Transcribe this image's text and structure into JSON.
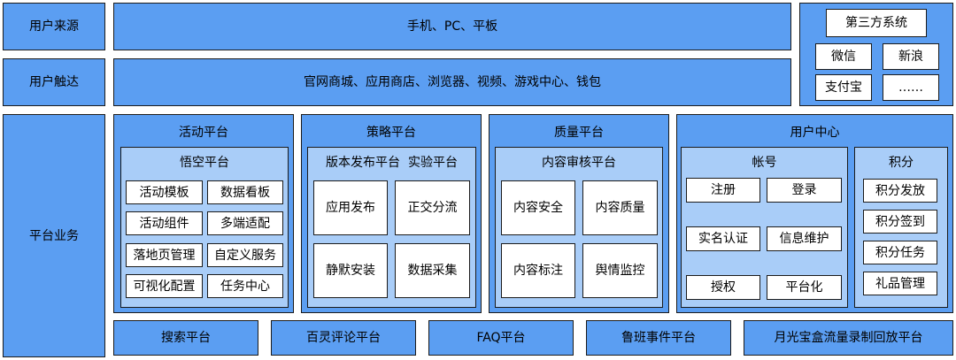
{
  "left_labels": {
    "user_source": "用户来源",
    "user_touch": "用户触达",
    "platform_business": "平台业务"
  },
  "devices": "手机、PC、平板",
  "channels": "官网商城、应用商店、浏览器、视频、游戏中心、钱包",
  "third_party": {
    "title": "第三方系统",
    "items": [
      "微信",
      "新浪",
      "支付宝",
      "……"
    ]
  },
  "activity_platform": {
    "title": "活动平台",
    "wukong": {
      "title": "悟空平台",
      "items": [
        "活动模板",
        "数据看板",
        "活动组件",
        "多端适配",
        "落地页管理",
        "自定义服务",
        "可视化配置",
        "任务中心"
      ]
    }
  },
  "strategy_platform": {
    "title": "策略平台",
    "subtitle": "版本发布平台  实验平台",
    "items": [
      "应用发布",
      "正交分流",
      "静默安装",
      "数据采集"
    ]
  },
  "quality_platform": {
    "title": "质量平台",
    "subtitle": "内容审核平台",
    "items": [
      "内容安全",
      "内容质量",
      "内容标注",
      "舆情监控"
    ]
  },
  "user_center": {
    "title": "用户中心",
    "account": {
      "title": "帐号",
      "items": [
        "注册",
        "登录",
        "实名认证",
        "信息维护",
        "授权",
        "平台化"
      ]
    },
    "points": {
      "title": "积分",
      "items": [
        "积分发放",
        "积分签到",
        "积分任务",
        "礼品管理"
      ]
    }
  },
  "bottom_platforms": [
    "搜索平台",
    "百灵评论平台",
    "FAQ平台",
    "鲁班事件平台",
    "月光宝盒流量录制回放平台"
  ],
  "colors": {
    "outer": "#5b9ef2",
    "inner": "#a9cdf8",
    "item": "#ffffff",
    "border": "#1b1b1b"
  }
}
